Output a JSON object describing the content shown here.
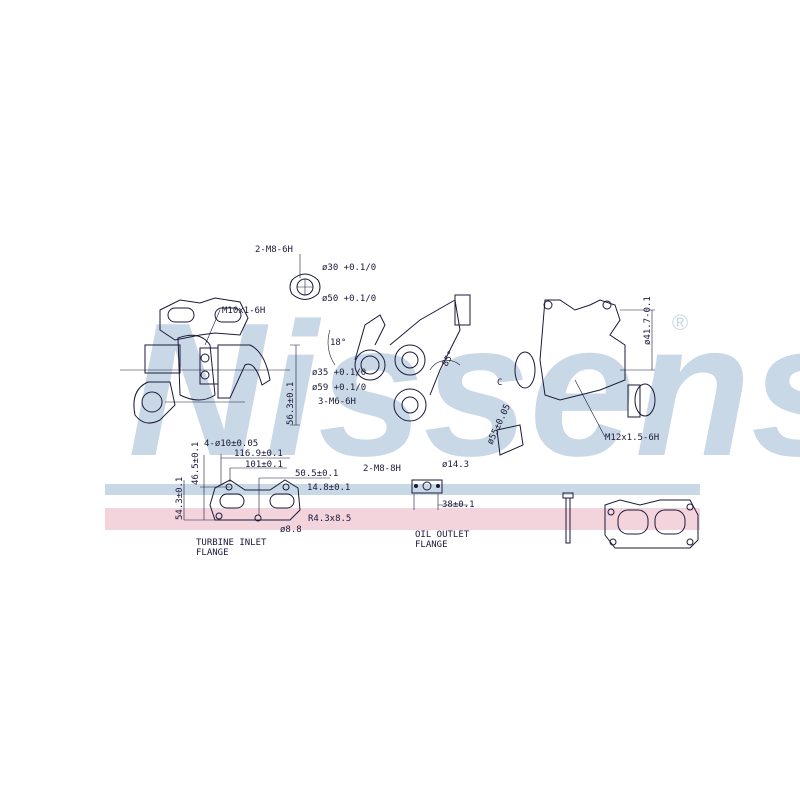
{
  "watermark": {
    "brand": "Nissens",
    "registered_mark": "®",
    "color": "#c9d8e6"
  },
  "bands": {
    "blue": "#c9d8e6",
    "pink": "#f3d4dc"
  },
  "labels": {
    "oil_inlet_thread": "2-M8-6H",
    "oil_inlet_d30": "ø30 +0.1/0",
    "oil_inlet_d50": "ø50 +0.1/0",
    "turbine_stud": "M10x1-6H",
    "angle_18": "18°",
    "d35": "ø35 +0.1/0",
    "d59": "ø59 +0.1/0",
    "outlet_thread": "3-M6-6H",
    "height_56": "56.3±0.1",
    "angle_85": "85°",
    "d41": "ø41.7-0.1",
    "m12": "M12x1.5-6H",
    "d55": "ø55±0.05",
    "c_mark": "C",
    "holes": "4-ø10±0.05",
    "w116": "116.9±0.1",
    "w101": "101±0.1",
    "w50": "50.5±0.1",
    "w14": "14.8±0.1",
    "h46": "46.5±0.1",
    "h54": "54.3±0.1",
    "slot": "R4.3x8.5",
    "d8": "ø8.8",
    "turbine_flange_1": "TURBINE INLET",
    "turbine_flange_2": "FLANGE",
    "oil_thread": "2-M8-8H",
    "d14": "ø14.3",
    "w38": "38±0.1",
    "oil_flange_1": "OIL OUTLET",
    "oil_flange_2": "FLANGE"
  }
}
